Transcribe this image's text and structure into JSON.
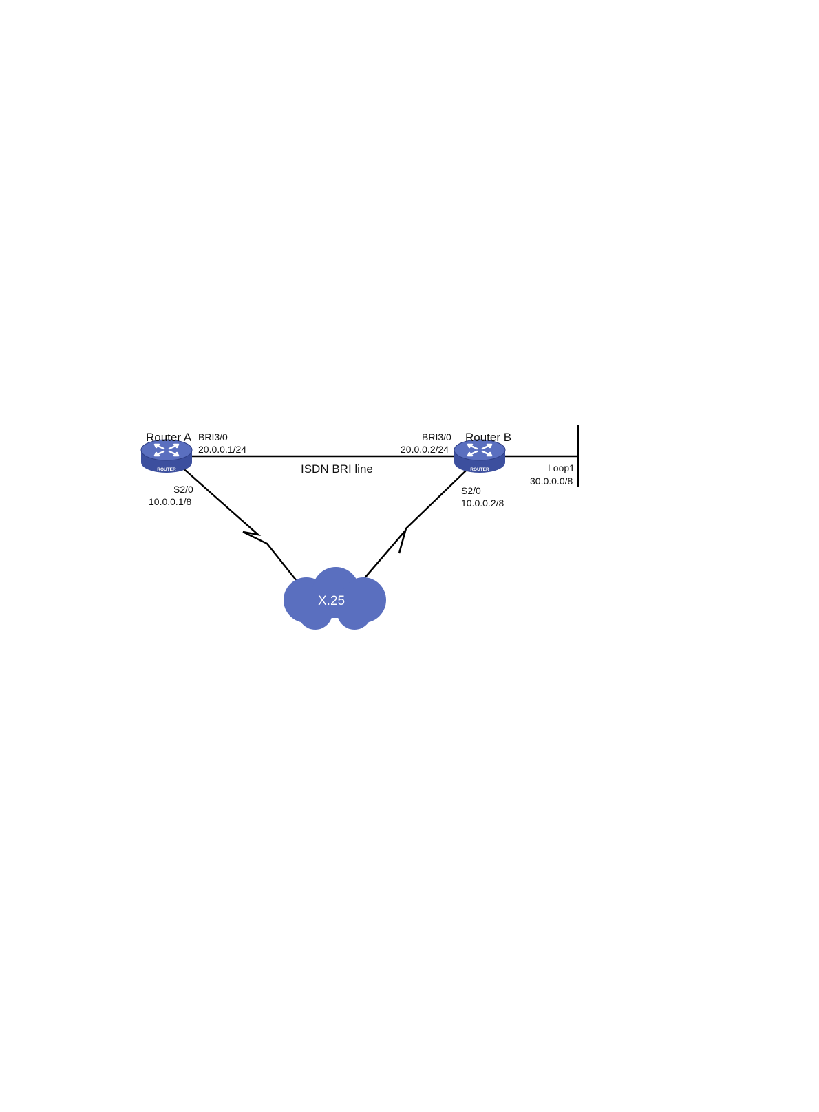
{
  "routers": {
    "a": {
      "name": "Router A",
      "badge": "ROUTER",
      "bri_name": "BRI3/0",
      "bri_ip": "20.0.0.1/24",
      "serial_name": "S2/0",
      "serial_ip": "10.0.0.1/8"
    },
    "b": {
      "name": "Router B",
      "badge": "ROUTER",
      "bri_name": "BRI3/0",
      "bri_ip": "20.0.0.2/24",
      "serial_name": "S2/0",
      "serial_ip": "10.0.0.2/8"
    }
  },
  "links": {
    "isdn_label": "ISDN BRI line"
  },
  "loopback": {
    "name": "Loop1",
    "ip": "30.0.0.0/8"
  },
  "cloud": {
    "label": "X.25"
  },
  "colors": {
    "router_top": "#5a6fbf",
    "router_side": "#3c4f9e",
    "cloud": "#5a6fbf",
    "line": "#000000"
  }
}
